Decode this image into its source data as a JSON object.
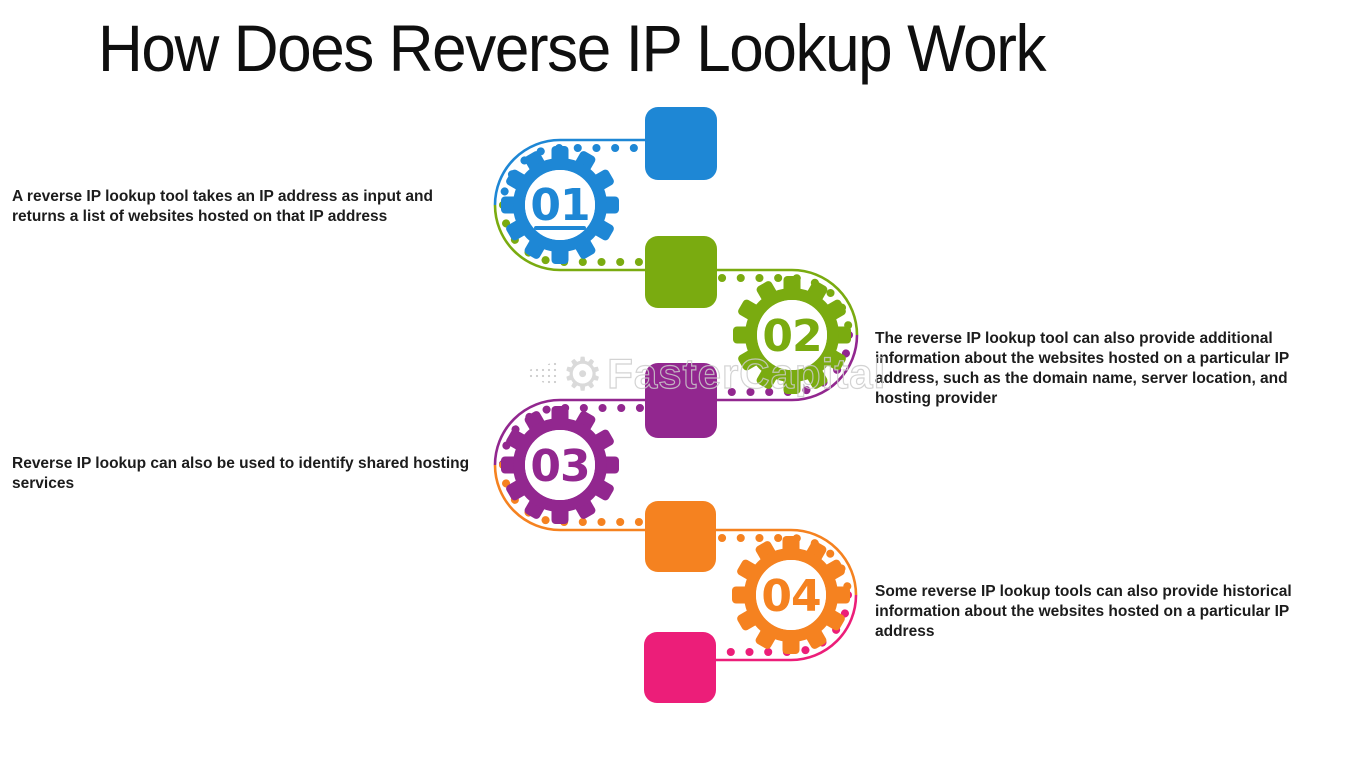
{
  "title": "How Does Reverse IP Lookup Work",
  "watermark": {
    "brand": "FasterCapital"
  },
  "palette": {
    "blue": "#1E87D5",
    "green": "#7AAB10",
    "purple": "#92278F",
    "orange": "#F58220",
    "pink": "#EC1E79"
  },
  "steps": [
    {
      "number": "01",
      "color": "#1E87D5",
      "description": "A reverse IP lookup tool takes an IP address as input and returns a list of websites hosted on that IP address"
    },
    {
      "number": "02",
      "color": "#7AAB10",
      "description": "The reverse IP lookup tool can also provide additional information about the websites hosted on a particular IP address, such as the domain name, server location, and hosting provider"
    },
    {
      "number": "03",
      "color": "#92278F",
      "description": "Reverse IP lookup can also be used to identify shared hosting services"
    },
    {
      "number": "04",
      "color": "#F58220",
      "description": "Some reverse IP lookup tools can also provide historical information about the websites hosted on a particular IP address"
    }
  ]
}
